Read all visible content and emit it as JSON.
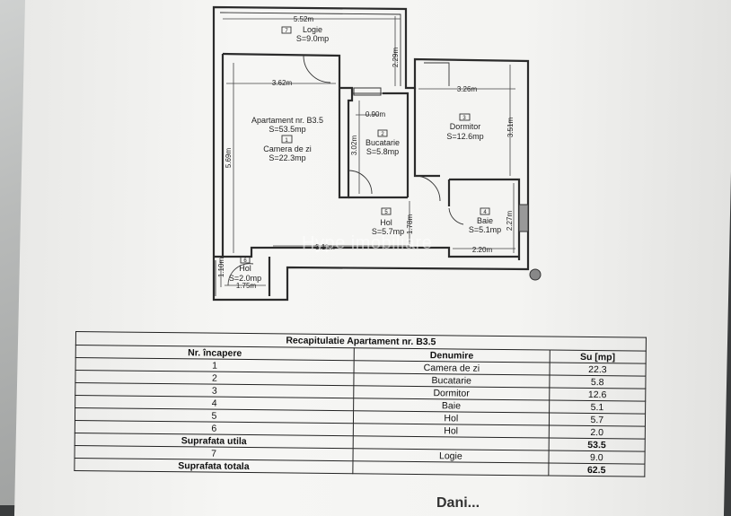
{
  "plan": {
    "apartment_label": "Apartament nr. B3.5",
    "apartment_area": "S=53.5mp",
    "rooms": [
      {
        "num": "7",
        "name": "Logie",
        "area": "S=9.0mp"
      },
      {
        "num": "1",
        "name": "Camera de zi",
        "area": "S=22.3mp"
      },
      {
        "num": "2",
        "name": "Bucatarie",
        "area": "S=5.8mp"
      },
      {
        "num": "3",
        "name": "Dormitor",
        "area": "S=12.6mp"
      },
      {
        "num": "4",
        "name": "Baie",
        "area": "S=5.1mp"
      },
      {
        "num": "5",
        "name": "Hol",
        "area": "S=5.7mp"
      },
      {
        "num": "6",
        "name": "Hol",
        "area": "S=2.0mp"
      }
    ],
    "dimensions": {
      "d_552": "5.52m",
      "d_229": "2.29m",
      "d_362": "3.62m",
      "d_090": "0.90m",
      "d_326": "3.26m",
      "d_351": "3.51m",
      "d_569": "5.69m",
      "d_302": "3.02m",
      "d_178": "1.78m",
      "d_227": "2.27m",
      "d_311": "3.11m",
      "d_220": "2.20m",
      "d_110": "1.10m",
      "d_175": "1.75m"
    }
  },
  "watermark": "Hype imobiliare",
  "table": {
    "caption": "Recapitulatie Apartament nr. B3.5",
    "headers": [
      "Nr. încapere",
      "Denumire",
      "Su [mp]"
    ],
    "rows": [
      [
        "1",
        "Camera de zi",
        "22.3"
      ],
      [
        "2",
        "Bucatarie",
        "5.8"
      ],
      [
        "3",
        "Dormitor",
        "12.6"
      ],
      [
        "4",
        "Baie",
        "5.1"
      ],
      [
        "5",
        "Hol",
        "5.7"
      ],
      [
        "6",
        "Hol",
        "2.0"
      ]
    ],
    "useful_label": "Suprafata utila",
    "useful_value": "53.5",
    "row7": [
      "7",
      "Logie",
      "9.0"
    ],
    "total_label": "Suprafata totala",
    "total_value": "62.5"
  },
  "footer": "Dani..."
}
